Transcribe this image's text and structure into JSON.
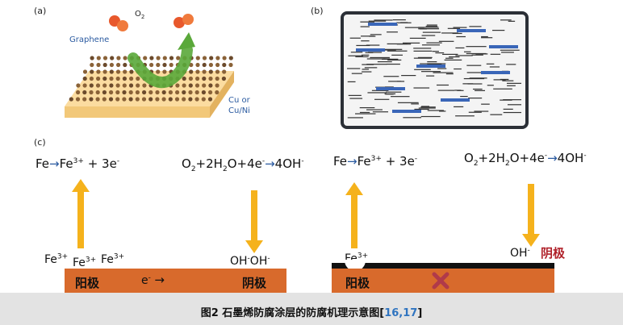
{
  "panel_a": {
    "label": "(a)",
    "o2_label": "O",
    "o2_sub": "2",
    "graphene_label": "Graphene",
    "substrate_label_1": "Cu or",
    "substrate_label_2": "Cu/Ni"
  },
  "panel_b": {
    "label": "(b)"
  },
  "panel_c": {
    "label": "(c)",
    "left": {
      "eq_fe": {
        "pre": "Fe",
        "post": "Fe",
        "sup": "3+",
        "tail": " + 3e",
        "tail_sup": "-"
      },
      "eq_o2": {
        "o": "O",
        "o_sub": "2",
        "mid": "+2H",
        "h_sub": "2",
        "rest": "O+4e",
        "e_sup": "-",
        "out": "4OH",
        "out_sup": "-"
      },
      "ion1": {
        "text": "Fe",
        "sup": "3+"
      },
      "ion2": {
        "text": "Fe",
        "sup": "3+"
      },
      "ion3": {
        "text": "Fe",
        "sup": "3+"
      },
      "oh_ions": {
        "a": "OH",
        "a_sup": "-",
        "b": "OH",
        "b_sup": "-"
      },
      "electron": {
        "text": "e",
        "sup": "-"
      },
      "anode": "阳极",
      "cathode": "阴极"
    },
    "right": {
      "eq_fe": {
        "pre": "Fe",
        "post": "Fe",
        "sup": "3+",
        "tail": " + 3e",
        "tail_sup": "-"
      },
      "eq_o2": {
        "o": "O",
        "o_sub": "2",
        "mid": "+2H",
        "h_sub": "2",
        "rest": "O+4e",
        "e_sup": "-",
        "out": "4OH",
        "out_sup": "-"
      },
      "ion": {
        "text": "Fe",
        "sup": "3+"
      },
      "oh": {
        "text": "OH",
        "sup": "-"
      },
      "anode": "阳极",
      "cathode": "阴极"
    }
  },
  "caption": {
    "text": "图2   石墨烯防腐涂层的防腐机理示意图",
    "ref_open": "[",
    "ref": "16,17",
    "ref_close": "]"
  },
  "colors": {
    "orange_arrow": "#f5b21c",
    "substrate_orange": "#d86a2c",
    "graphene_blue": "#3a66b8",
    "cross_red": "#c0392b",
    "green_arrow": "#5aa83a"
  }
}
